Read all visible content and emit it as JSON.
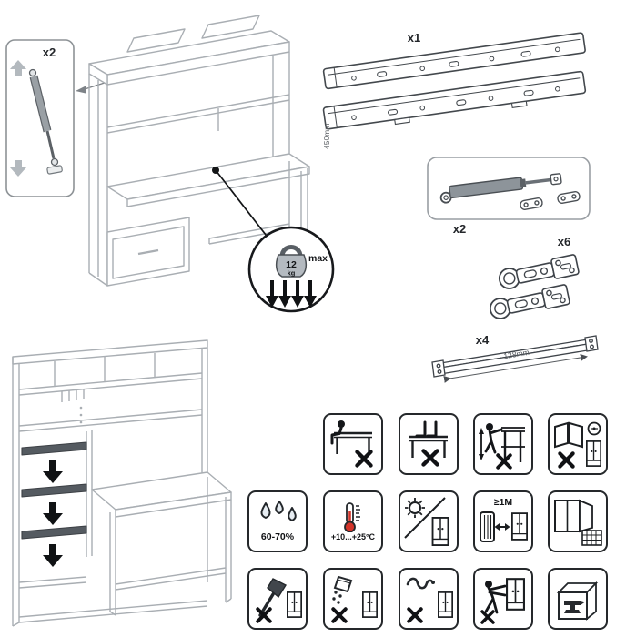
{
  "document": {
    "type": "furniture-assembly-care-instructions"
  },
  "colors": {
    "background": "#ffffff",
    "furniture_line": "#a9aeb3",
    "hardware_line": "#3f444a",
    "ink": "#141619",
    "shelf_fill": "#555b61",
    "thermometer_red": "#d2342a"
  },
  "hardware": {
    "gas_strut_inset": {
      "qty": "x2",
      "icon": "gas-strut-icon"
    },
    "drawer_slides": {
      "qty": "x1",
      "length": "450mm",
      "icon": "telescopic-slide-icon"
    },
    "gas_strut_kit": {
      "qty": "x2",
      "icon": "gas-strut-with-brackets-icon"
    },
    "hinges": {
      "qty": "x6",
      "icon": "cup-hinge-icon"
    },
    "mounting_bar": {
      "qty": "x4",
      "length": "128mm",
      "icon": "mounting-rail-icon"
    }
  },
  "weight_limit": {
    "value": "12",
    "unit": "kg",
    "note": "max",
    "icon": "weight-icon"
  },
  "pictograms": {
    "row1": [
      {
        "icon": "no-sitting-icon"
      },
      {
        "icon": "no-standing-icon"
      },
      {
        "icon": "no-climbing-icon"
      },
      {
        "icon": "no-hanging-on-doors-icon"
      }
    ],
    "row2": [
      {
        "icon": "humidity-drops-icon",
        "label": "60-70%"
      },
      {
        "icon": "thermometer-icon",
        "label": "+10...+25°C"
      },
      {
        "icon": "no-direct-sunlight-icon"
      },
      {
        "icon": "keep-distance-from-heat-icon",
        "label": "≥1M"
      },
      {
        "icon": "ventilated-room-icon"
      }
    ],
    "row3": [
      {
        "icon": "no-sharp-objects-icon"
      },
      {
        "icon": "no-spilling-liquids-icon"
      },
      {
        "icon": "no-corrosive-substances-icon"
      },
      {
        "icon": "no-moving-loaded-icon"
      },
      {
        "icon": "no-heavy-objects-icon"
      }
    ]
  }
}
